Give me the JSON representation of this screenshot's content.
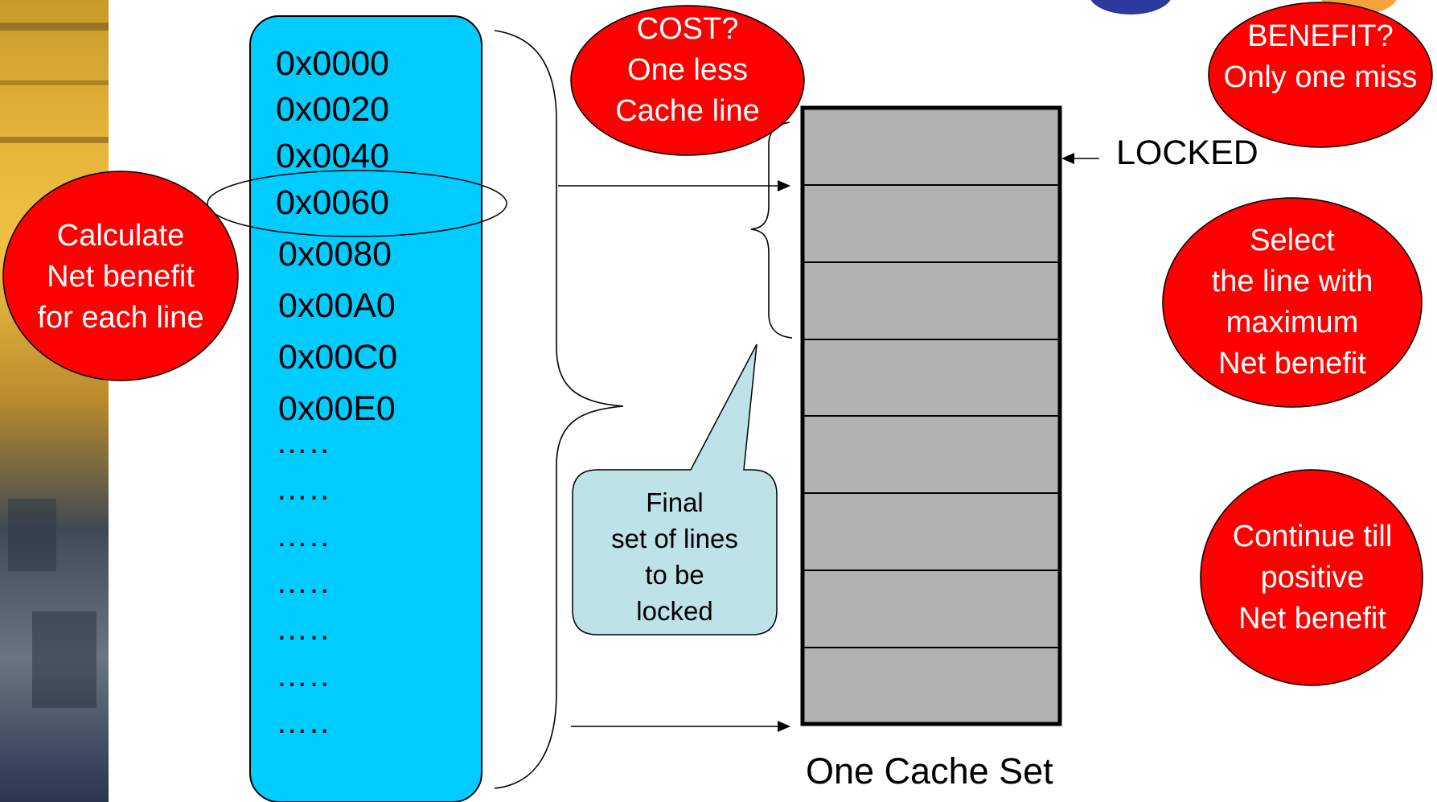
{
  "addresses": [
    "0x0000",
    "0x0020",
    "0x0040",
    "0x0060",
    "0x0080",
    "0x00A0",
    "0x00C0",
    "0x00E0"
  ],
  "ellipsis_rows": [
    "…..",
    "…..",
    "…..",
    "…..",
    "…..",
    "…..",
    "….."
  ],
  "callouts": {
    "calculate": [
      "Calculate",
      "Net benefit",
      "for each line"
    ],
    "cost": [
      "COST?",
      "One less",
      "Cache line"
    ],
    "benefit": [
      "BENEFIT?",
      "Only one miss"
    ],
    "select": [
      "Select",
      "the line with",
      "maximum",
      "Net benefit"
    ],
    "continue": [
      "Continue till",
      "positive",
      "Net benefit"
    ]
  },
  "final_note": [
    "Final",
    "set of lines",
    "to be",
    "locked"
  ],
  "locked_label": "LOCKED",
  "cache_set_label": "One Cache Set",
  "cache_lines": 8,
  "colors": {
    "address_panel": "#00ccff",
    "callout_red": "#ff0000",
    "cache_line_fill": "#b2b2b2",
    "note_fill": "#bde3e8"
  }
}
